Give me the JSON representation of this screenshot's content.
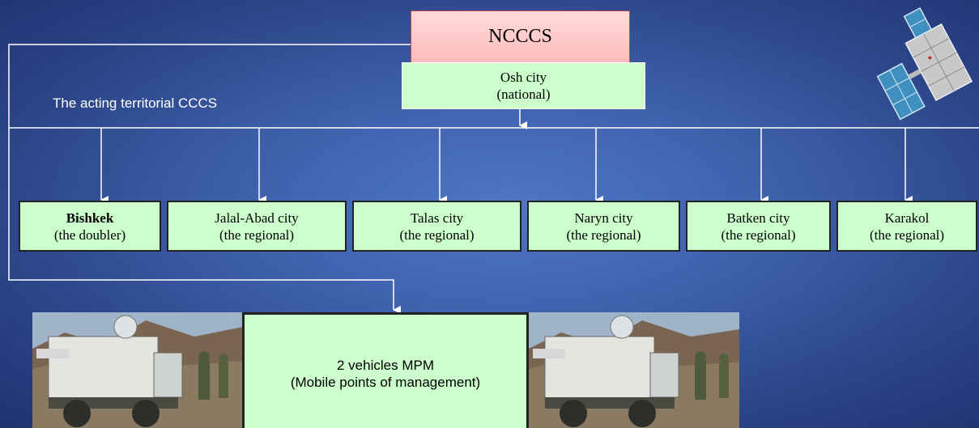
{
  "title_box": "NCCCS",
  "center": {
    "line1": "Osh city",
    "line2": "(national)"
  },
  "territorial_label": "The acting territorial  CCCS",
  "nodes": [
    {
      "name": "Bishkek",
      "role": "(the doubler)"
    },
    {
      "name": "Jalal-Abad city",
      "role": "(the regional)"
    },
    {
      "name": "Talas city",
      "role": "(the regional)"
    },
    {
      "name": "Naryn city",
      "role": "(the regional)"
    },
    {
      "name": "Batken city",
      "role": "(the regional)"
    },
    {
      "name": "Karakol",
      "role": "(the regional)"
    }
  ],
  "mpm": {
    "line1": "2  vehicles  MPM",
    "line2": "(Mobile points of management)"
  }
}
